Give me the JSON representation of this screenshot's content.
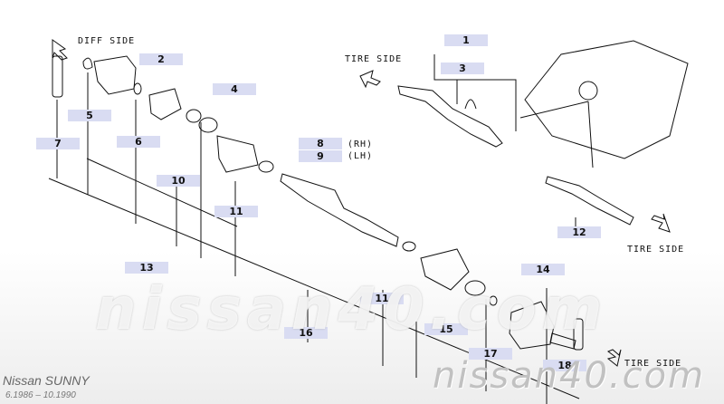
{
  "labels": {
    "diff_side": "DIFF SIDE",
    "tire_side_top": "TIRE SIDE",
    "tire_side_right": "TIRE SIDE",
    "tire_side_bottom": "TIRE SIDE",
    "rh": "(RH)",
    "lh": "(LH)"
  },
  "callouts": [
    {
      "id": "1",
      "name": "callout-1"
    },
    {
      "id": "2",
      "name": "callout-2"
    },
    {
      "id": "3",
      "name": "callout-3"
    },
    {
      "id": "4",
      "name": "callout-4"
    },
    {
      "id": "5",
      "name": "callout-5"
    },
    {
      "id": "6",
      "name": "callout-6"
    },
    {
      "id": "7",
      "name": "callout-7"
    },
    {
      "id": "8",
      "name": "callout-8"
    },
    {
      "id": "9",
      "name": "callout-9"
    },
    {
      "id": "10",
      "name": "callout-10"
    },
    {
      "id": "11",
      "name": "callout-11-a"
    },
    {
      "id": "11",
      "name": "callout-11-b"
    },
    {
      "id": "12",
      "name": "callout-12"
    },
    {
      "id": "13",
      "name": "callout-13"
    },
    {
      "id": "14",
      "name": "callout-14"
    },
    {
      "id": "15",
      "name": "callout-15"
    },
    {
      "id": "16",
      "name": "callout-16"
    },
    {
      "id": "17",
      "name": "callout-17"
    },
    {
      "id": "18",
      "name": "callout-18"
    }
  ],
  "model": "Nissan SUNNY",
  "period": "6.1986 – 10.1990",
  "watermark_center": "nissan40.com",
  "watermark_corner": "nissan40.com",
  "colors": {
    "callout_bg": "#d9dcf2",
    "line": "#111111"
  }
}
